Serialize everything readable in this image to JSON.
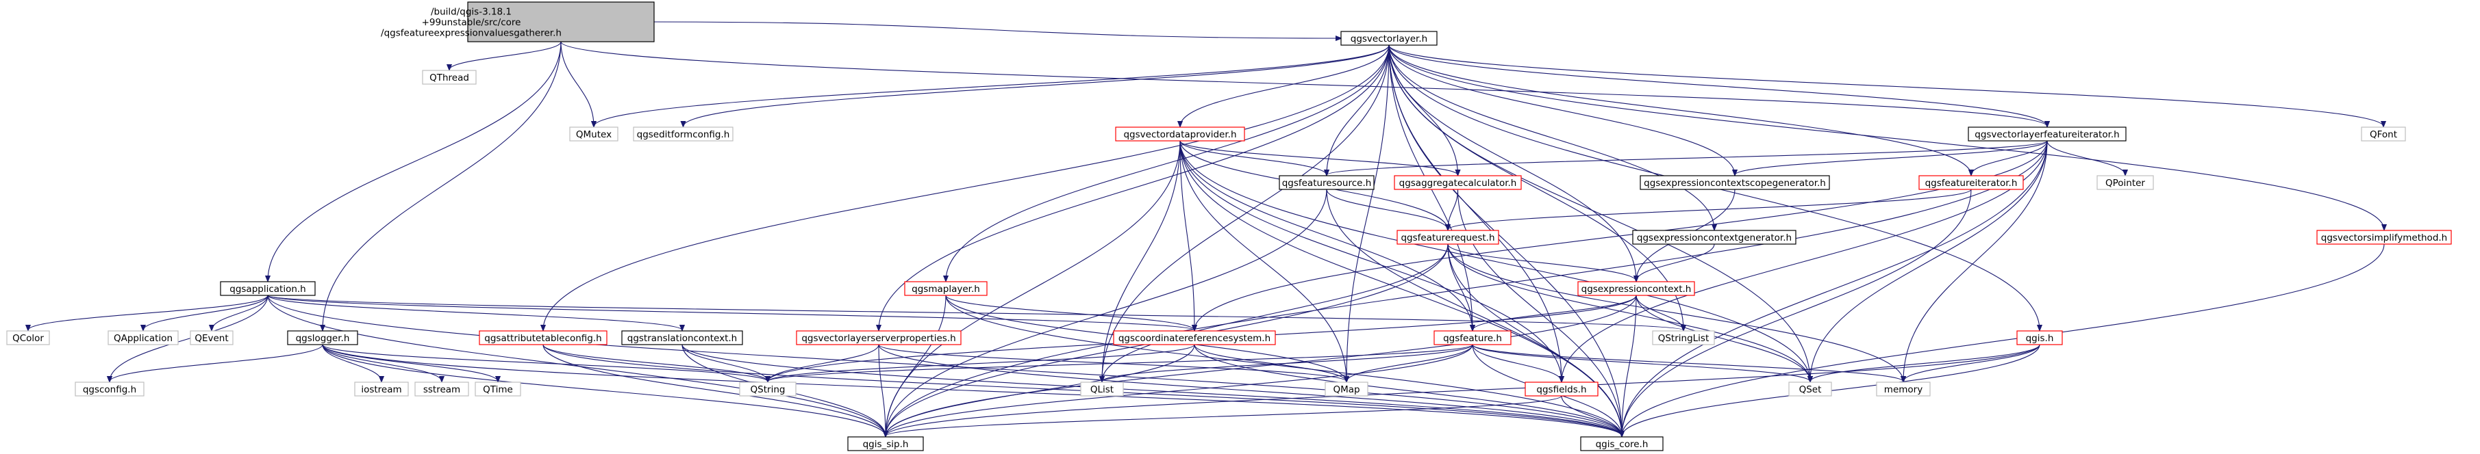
{
  "nodes": {
    "root": [
      "/build/qgis-3.18.1",
      "+99unstable/src/core",
      "/qgsfeatureexpressionvaluesgatherer.h"
    ],
    "qthread": [
      "QThread"
    ],
    "qgsvectorlayer": [
      "qgsvectorlayer.h"
    ],
    "qmutex": [
      "QMutex"
    ],
    "qgseditformconfig": [
      "qgseditformconfig.h"
    ],
    "qgsvectordataprovider": [
      "qgsvectordataprovider.h"
    ],
    "qgsvectorlayerfeatureiterator": [
      "qgsvectorlayerfeatureiterator.h"
    ],
    "qfont": [
      "QFont"
    ],
    "qgsfeaturesource": [
      "qgsfeaturesource.h"
    ],
    "qgsaggregatecalculator": [
      "qgsaggregatecalculator.h"
    ],
    "qgsexpressioncontextscopegenerator": [
      "qgsexpressioncontextscopegenerator.h"
    ],
    "qgsfeatureiterator": [
      "qgsfeatureiterator.h"
    ],
    "qpointer": [
      "QPointer"
    ],
    "qgsfeaturerequest": [
      "qgsfeaturerequest.h"
    ],
    "qgsexpressioncontextgenerator": [
      "qgsexpressioncontextgenerator.h"
    ],
    "qgsvectorsimplifymethod": [
      "qgsvectorsimplifymethod.h"
    ],
    "qgsapplication": [
      "qgsapplication.h"
    ],
    "qgsmaplayer": [
      "qgsmaplayer.h"
    ],
    "qgsexpressioncontext": [
      "qgsexpressioncontext.h"
    ],
    "qcolor": [
      "QColor"
    ],
    "qapplication": [
      "QApplication"
    ],
    "qevent": [
      "QEvent"
    ],
    "qgslogger": [
      "qgslogger.h"
    ],
    "qgsattributetableconfig": [
      "qgsattributetableconfig.h"
    ],
    "qgstranslationcontext": [
      "qgstranslationcontext.h"
    ],
    "qgsvectorlayerserverproperties": [
      "qgsvectorlayerserverproperties.h"
    ],
    "qgscoordinatereferencesystem": [
      "qgscoordinatereferencesystem.h"
    ],
    "qgsfeature": [
      "qgsfeature.h"
    ],
    "qstringlist": [
      "QStringList"
    ],
    "qgis": [
      "qgis.h"
    ],
    "qgsconfig": [
      "qgsconfig.h"
    ],
    "iostream": [
      "iostream"
    ],
    "sstream": [
      "sstream"
    ],
    "qtime": [
      "QTime"
    ],
    "qstring": [
      "QString"
    ],
    "qlist": [
      "QList"
    ],
    "qmap": [
      "QMap"
    ],
    "qgsfields": [
      "qgsfields.h"
    ],
    "qset": [
      "QSet"
    ],
    "memory": [
      "memory"
    ],
    "qgis_sip": [
      "qgis_sip.h"
    ],
    "qgis_core": [
      "qgis_core.h"
    ]
  },
  "colors": {
    "edge": "#191970",
    "root_fill": "#bfbfbf",
    "red_border": "#ff0000",
    "gray_border": "#bfbfbf",
    "black_border": "#000000"
  }
}
